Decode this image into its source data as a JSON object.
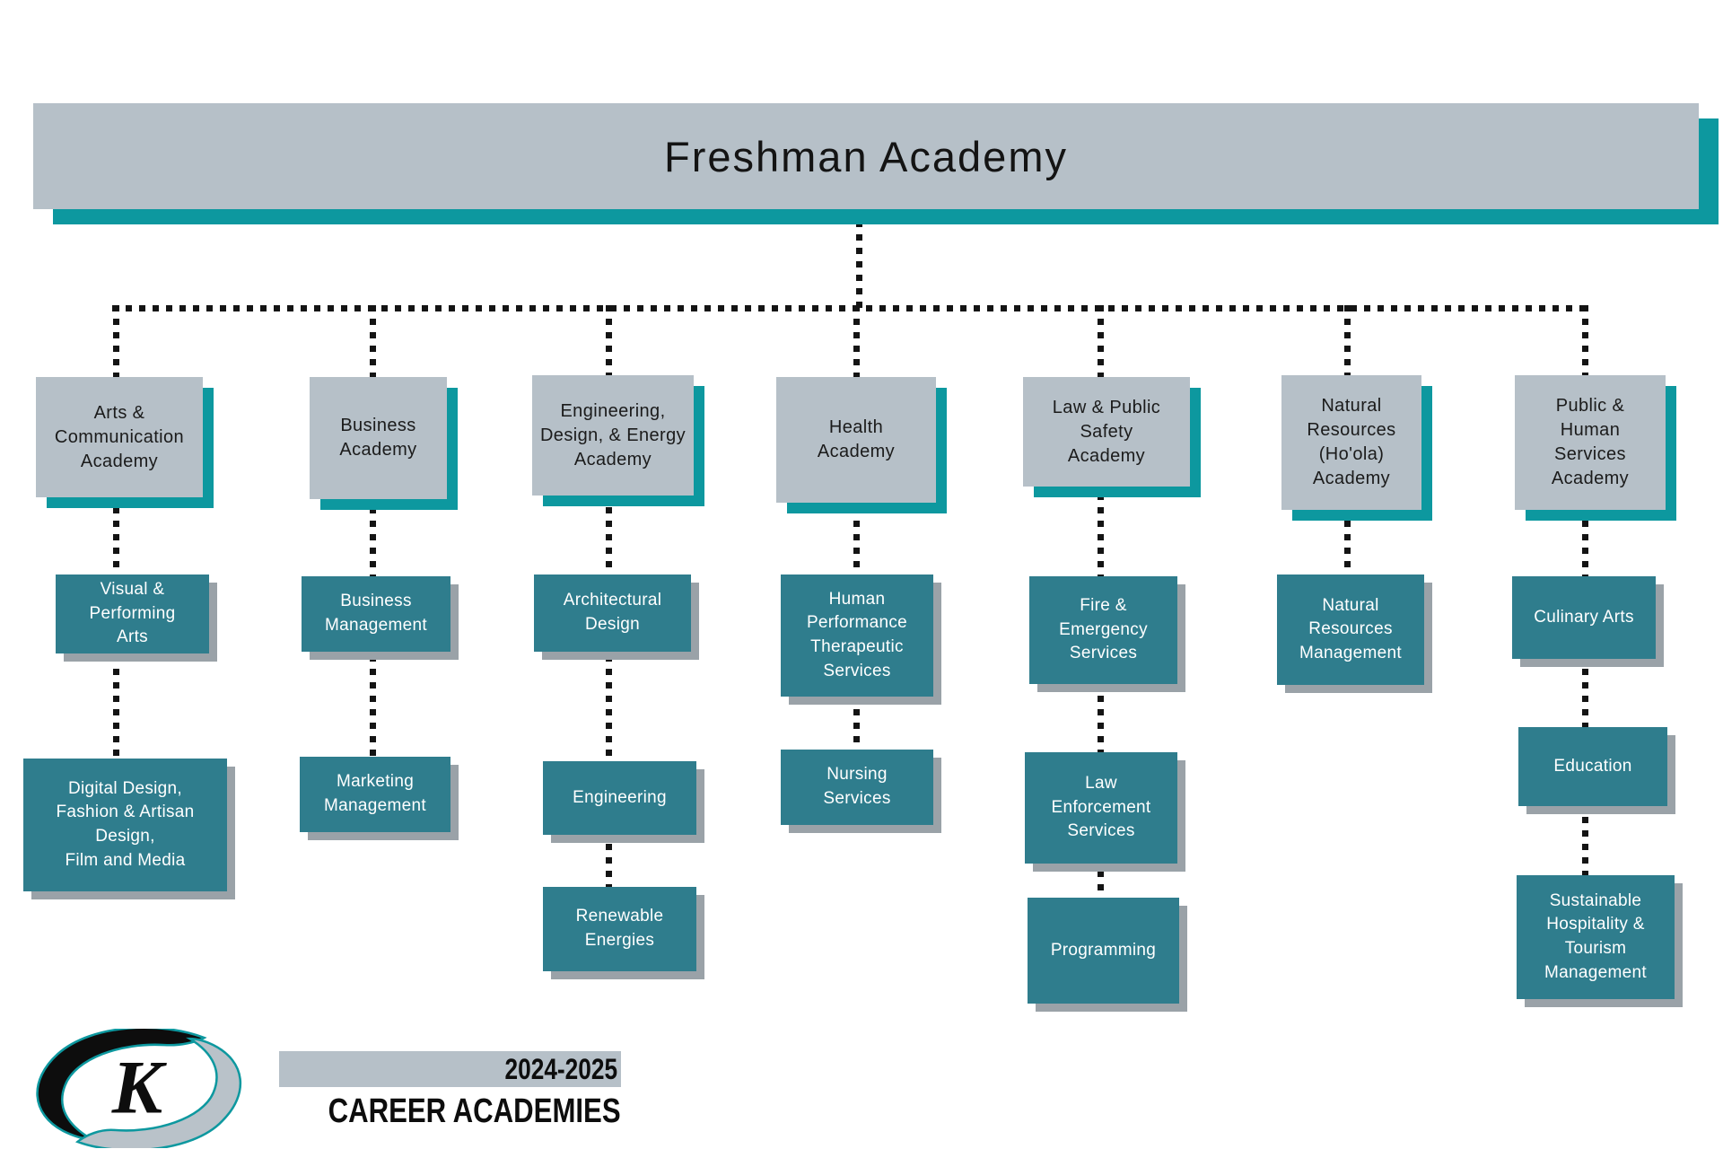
{
  "title": "Freshman Academy",
  "colors": {
    "academy_box": "#b6c0c8",
    "accent_teal": "#0d989f",
    "program_box": "#2f7d8d",
    "program_shadow": "#9aa2a8",
    "connector": "#141414"
  },
  "academies": [
    {
      "id": "arts-communication",
      "label": "Arts &\nCommunication\nAcademy",
      "programs": [
        {
          "id": "visual-performing-arts",
          "label": "Visual &\nPerforming\nArts"
        },
        {
          "id": "digital-design-fashion-film-media",
          "label": "Digital Design,\nFashion & Artisan\nDesign,\nFilm and Media"
        }
      ]
    },
    {
      "id": "business",
      "label": "Business\nAcademy",
      "programs": [
        {
          "id": "business-management",
          "label": "Business\nManagement"
        },
        {
          "id": "marketing-management",
          "label": "Marketing\nManagement"
        }
      ]
    },
    {
      "id": "engineering-design-energy",
      "label": "Engineering,\nDesign, & Energy\nAcademy",
      "programs": [
        {
          "id": "architectural-design",
          "label": "Architectural\nDesign"
        },
        {
          "id": "engineering",
          "label": "Engineering"
        },
        {
          "id": "renewable-energies",
          "label": "Renewable\nEnergies"
        }
      ]
    },
    {
      "id": "health",
      "label": "Health\nAcademy",
      "programs": [
        {
          "id": "human-performance-therapeutic-services",
          "label": "Human\nPerformance\nTherapeutic\nServices"
        },
        {
          "id": "nursing-services",
          "label": "Nursing\nServices"
        }
      ]
    },
    {
      "id": "law-public-safety",
      "label": "Law & Public\nSafety\nAcademy",
      "programs": [
        {
          "id": "fire-emergency-services",
          "label": "Fire &\nEmergency\nServices"
        },
        {
          "id": "law-enforcement-services",
          "label": "Law\nEnforcement\nServices"
        },
        {
          "id": "programming",
          "label": "Programming"
        }
      ]
    },
    {
      "id": "natural-resources",
      "label": "Natural\nResources\n(Ho'ola)\nAcademy",
      "programs": [
        {
          "id": "natural-resources-management",
          "label": "Natural\nResources\nManagement"
        }
      ]
    },
    {
      "id": "public-human-services",
      "label": "Public &\nHuman\nServices\nAcademy",
      "programs": [
        {
          "id": "culinary-arts",
          "label": "Culinary Arts"
        },
        {
          "id": "education",
          "label": "Education"
        },
        {
          "id": "sustainable-hospitality-tourism-management",
          "label": "Sustainable\nHospitality &\nTourism\nManagement"
        }
      ]
    }
  ],
  "footer": {
    "school_year": "2024-2025",
    "title": "CAREER ACADEMIES",
    "logo": "hurricane-k-logo"
  }
}
